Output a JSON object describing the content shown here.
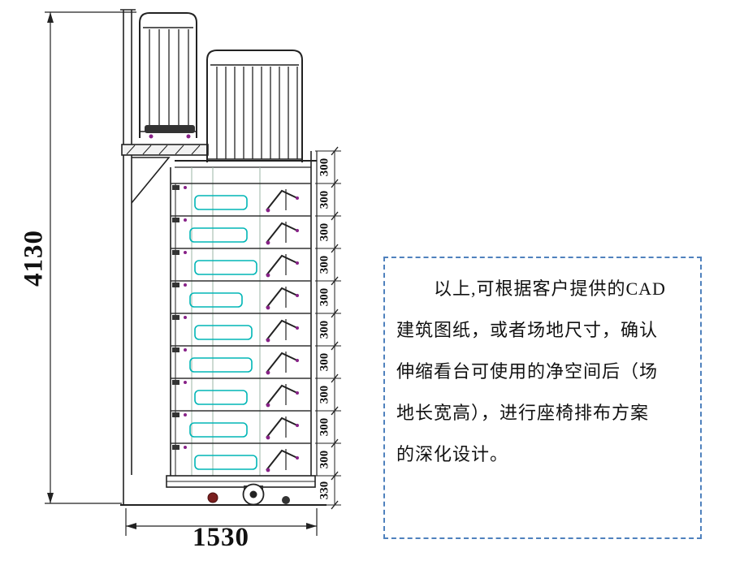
{
  "drawing": {
    "height_dim": "4130",
    "width_dim": "1530",
    "base_dim": "330",
    "row_dims": [
      "300",
      "300",
      "300",
      "300",
      "300",
      "300",
      "300",
      "300",
      "300",
      "300"
    ]
  },
  "colors": {
    "line": "#222222",
    "seat": "#00b6b6",
    "marker": "#882288",
    "wheel_dark": "#7a1f1f",
    "note_border": "#4f81bd"
  },
  "note": {
    "lines": [
      "　　以上,可根据客户提供的CAD",
      "建筑图纸，或者场地尺寸，确认",
      "伸缩看台可使用的净空间后（场",
      "地长宽高），进行座椅排布方案",
      "的深化设计。"
    ]
  }
}
